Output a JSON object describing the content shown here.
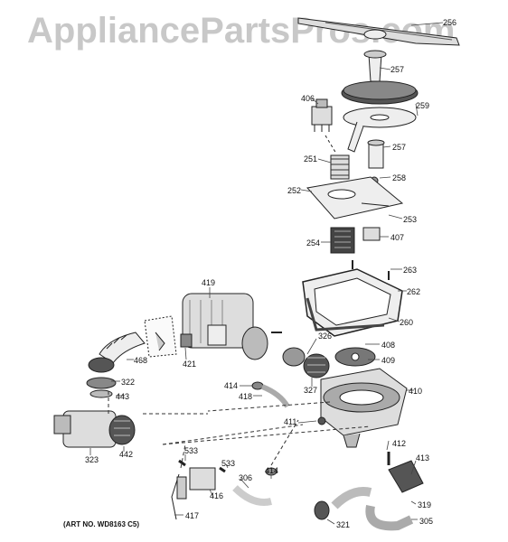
{
  "watermark": "AppliancePartsPros.com",
  "art_number": "(ART NO. WD8163 C5)",
  "callouts": {
    "c256": "256",
    "c257a": "257",
    "c259": "259",
    "c406": "406",
    "c257b": "257",
    "c251": "251",
    "c258": "258",
    "c252": "252",
    "c253": "253",
    "c254": "254",
    "c407": "407",
    "c263": "263",
    "c262": "262",
    "c419": "419",
    "c260": "260",
    "c326": "326",
    "c408": "408",
    "c468": "468",
    "c421": "421",
    "c409": "409",
    "c322": "322",
    "c327": "327",
    "c414a": "414",
    "c410": "410",
    "c443": "443",
    "c418": "418",
    "c411": "411",
    "c412": "412",
    "c323": "323",
    "c442": "442",
    "c533a": "533",
    "c533b": "533",
    "c413": "413",
    "c306": "306",
    "c414b": "414",
    "c416": "416",
    "c319": "319",
    "c417": "417",
    "c321": "321",
    "c305": "305"
  }
}
